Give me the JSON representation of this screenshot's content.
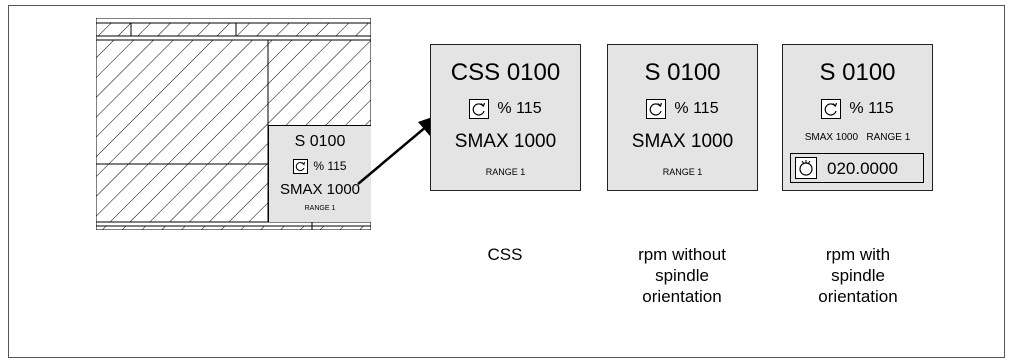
{
  "screen_inset": {
    "spindle": "S 0100",
    "override": "% 115",
    "smax": "SMAX 1000",
    "range": "RANGE 1"
  },
  "panels": [
    {
      "title": "CSS 0100",
      "override": "% 115",
      "smax": "SMAX 1000",
      "range": "RANGE 1",
      "caption": [
        "CSS"
      ]
    },
    {
      "title": "S 0100",
      "override": "% 115",
      "smax": "SMAX 1000",
      "range": "RANGE 1",
      "caption": [
        "rpm without",
        "spindle",
        "orientation"
      ]
    },
    {
      "title": "S 0100",
      "override": "% 115",
      "smax_range": "SMAX 1000   RANGE 1",
      "orientation_value": "020.0000",
      "caption": [
        "rpm with",
        "spindle",
        "orientation"
      ]
    }
  ],
  "icons": [
    "rotation-override-icon",
    "spindle-orientation-icon",
    "arrow"
  ]
}
